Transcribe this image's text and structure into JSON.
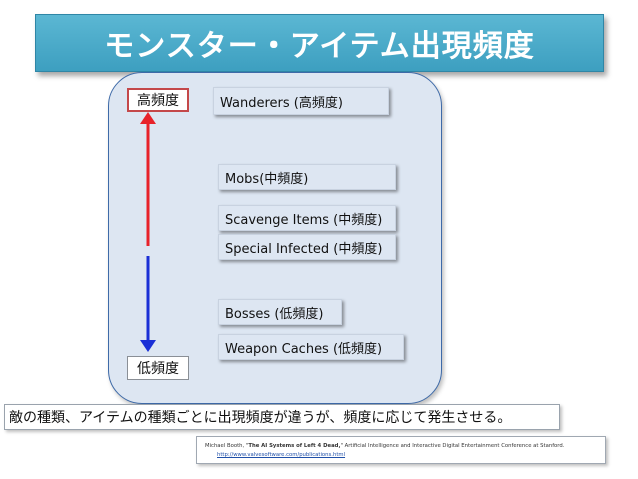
{
  "title": "モンスター・アイテム出現頻度",
  "frequency": {
    "high": "高頻度",
    "low": "低頻度"
  },
  "items": [
    {
      "label": "Wanderers (高頻度)"
    },
    {
      "label": "Mobs(中頻度)"
    },
    {
      "label": "Scavenge Items  (中頻度)"
    },
    {
      "label": "Special Infected (中頻度)"
    },
    {
      "label": "Bosses  (低頻度)"
    },
    {
      "label": "Weapon Caches  (低頻度)"
    }
  ],
  "summary": "敵の種類、アイテムの種類ごとに出現頻度が違うが、頻度に応じて発生させる。",
  "citation": {
    "prefix": "Michael Booth, \"",
    "paper": "The AI Systems of Left 4 Dead,",
    "suffix": "\" Artificial Intelligence and Interactive Digital Entertainment Conference at Stanford.",
    "url": "http://www.valvesoftware.com/publications.html"
  },
  "colors": {
    "title_bg": "#4aa9c9",
    "panel_bg": "#dde6f2",
    "arrow_up": "#e8222a",
    "arrow_down": "#1a2fd6"
  }
}
